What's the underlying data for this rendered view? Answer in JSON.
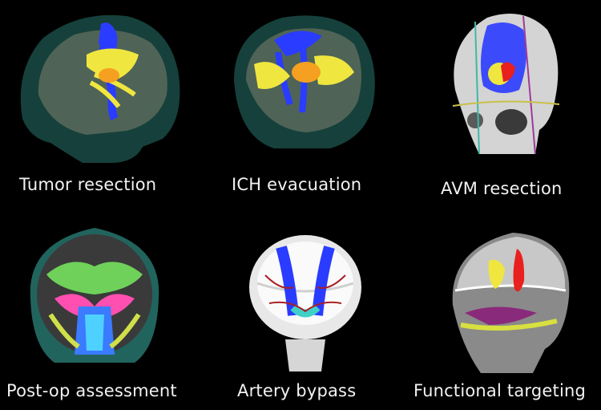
{
  "figure": {
    "panels": [
      {
        "caption": "Tumor resection",
        "icon": "brain-tumor-tractography-icon"
      },
      {
        "caption": "ICH evacuation",
        "icon": "brain-hemorrhage-tractography-icon"
      },
      {
        "caption": "AVM resection",
        "icon": "skull-avm-tractography-icon"
      },
      {
        "caption": "Post-op assessment",
        "icon": "coronal-dti-slice-icon"
      },
      {
        "caption": "Artery bypass",
        "icon": "skull-artery-tractography-icon"
      },
      {
        "caption": "Functional targeting",
        "icon": "head-functional-tractography-icon"
      }
    ],
    "colors": {
      "background": "#000000",
      "caption_text": "#f2f2f2",
      "head_teal": "#3fb8a8",
      "tract_blue": "#2a3cff",
      "tract_yellow": "#f0e640",
      "lesion_orange": "#f5a020",
      "avm_red": "#e8201e"
    }
  }
}
